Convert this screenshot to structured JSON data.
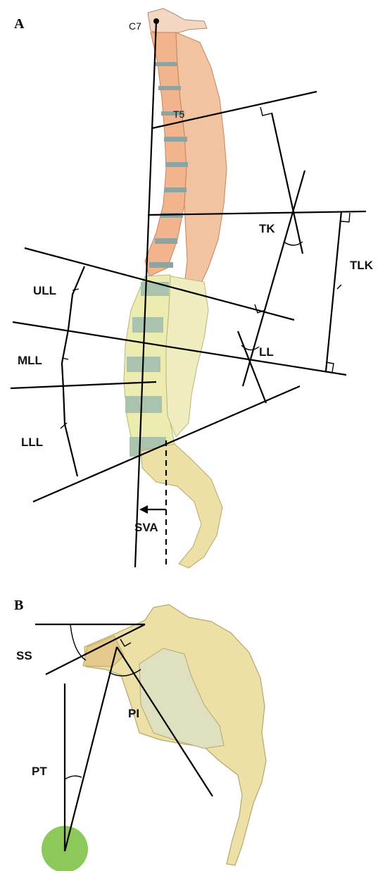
{
  "panels": {
    "a": {
      "letter": "A"
    },
    "b": {
      "letter": "B"
    }
  },
  "labels": {
    "c7": "C7",
    "t5": "T5",
    "tk": "TK",
    "tlk": "TLK",
    "ull": "ULL",
    "mll": "MLL",
    "ll": "LL",
    "lll": "LLL",
    "sva": "SVA",
    "ss": "SS",
    "pi": "PI",
    "pt": "PT"
  },
  "colors": {
    "thoracic": "#f2b48c",
    "thoracic_dark": "#c98358",
    "disc": "#8fa3a0",
    "lumbar": "#ecebb0",
    "lumbar_dark": "#b9b677",
    "lumbar_disc": "#a9c3ae",
    "sacrum": "#ece0a6",
    "sacrum_dark": "#b8a66a",
    "femoral_head": "#8cc85a"
  }
}
